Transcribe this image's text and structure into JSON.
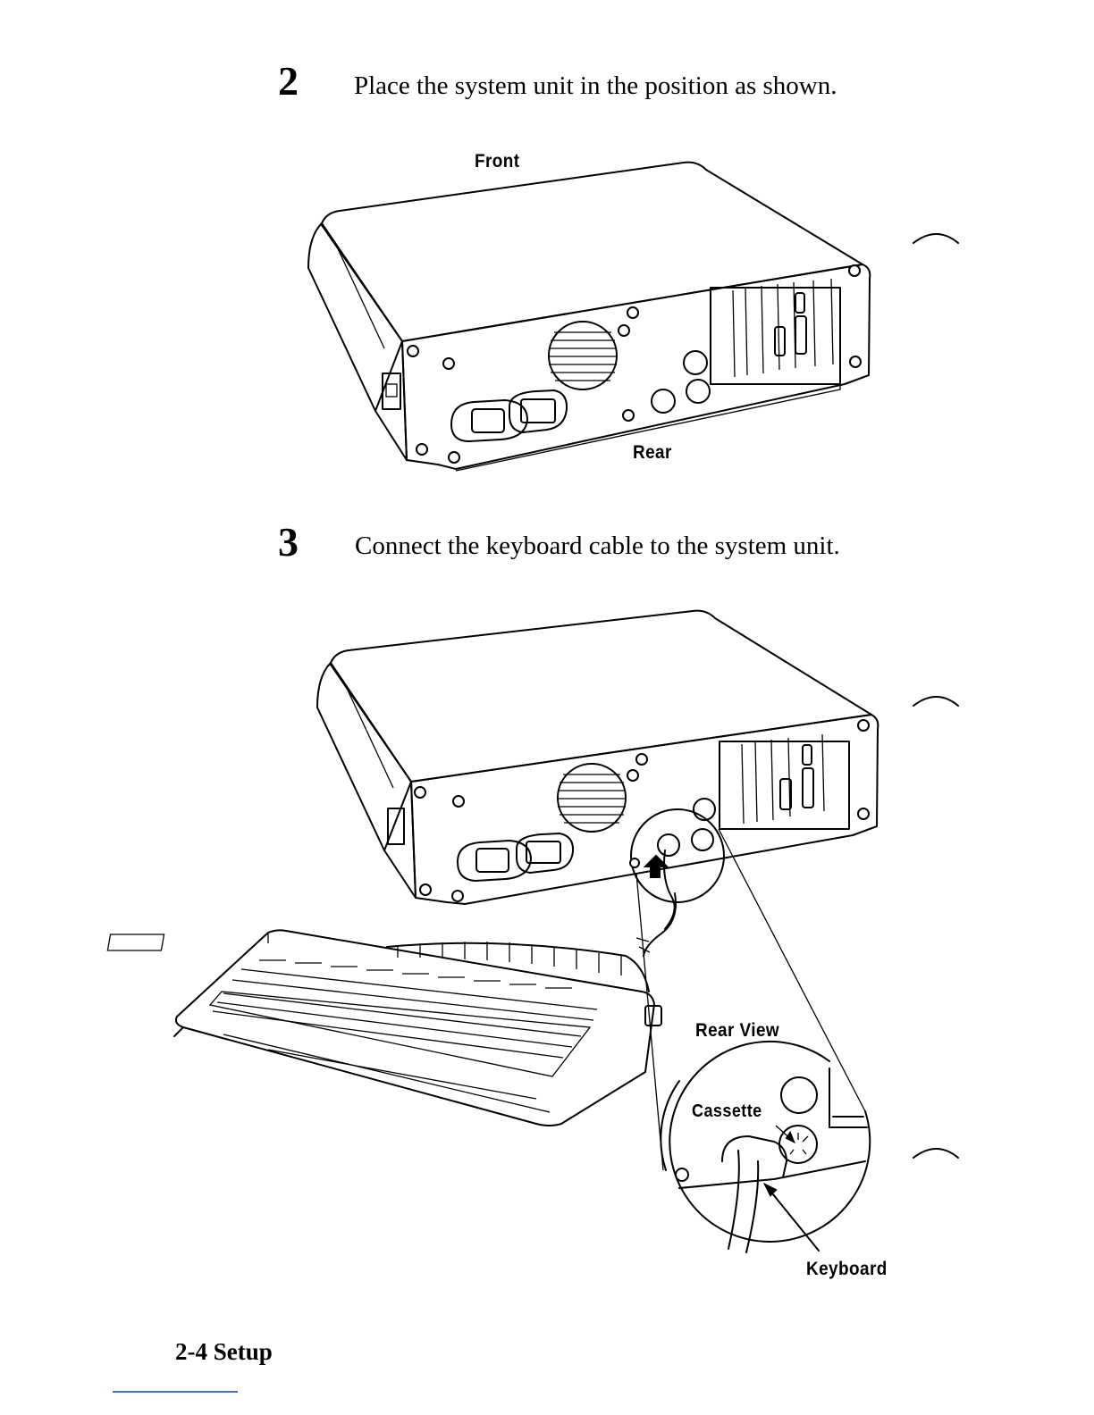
{
  "step2": {
    "number": "2",
    "text": "Place the system unit in the position as shown."
  },
  "figure1": {
    "label_front": "Front",
    "label_rear": "Rear"
  },
  "step3": {
    "number": "3",
    "text": "Connect the keyboard cable to the system unit."
  },
  "figure2": {
    "label_rear_view": "Rear View",
    "label_cassette": "Cassette",
    "label_keyboard": "Keyboard"
  },
  "footer": {
    "page_ref": "2-4 Setup"
  }
}
